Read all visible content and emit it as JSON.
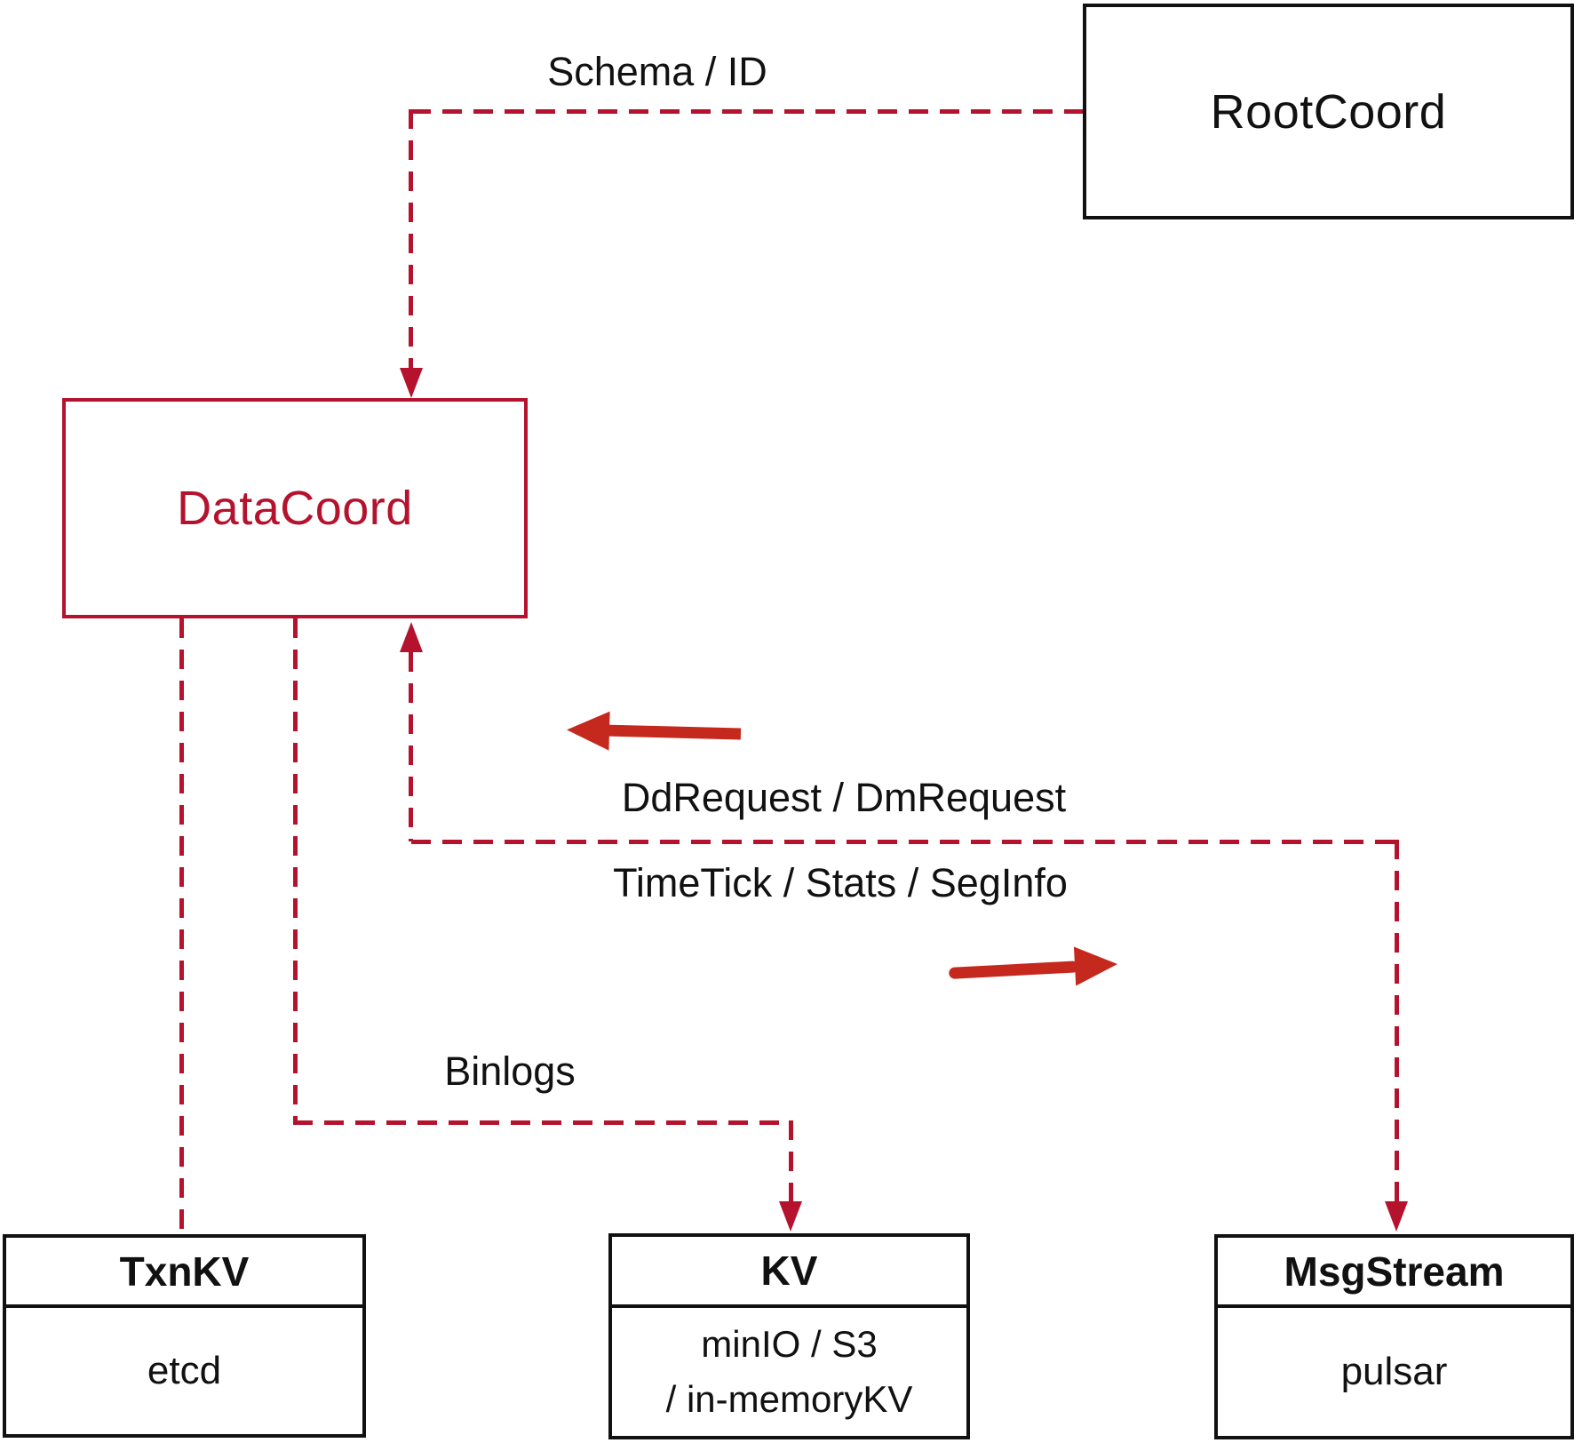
{
  "nodes": {
    "rootcoord": {
      "label": "RootCoord"
    },
    "datacoord": {
      "label": "DataCoord"
    },
    "txnkv": {
      "title": "TxnKV",
      "body": "etcd"
    },
    "kv": {
      "title": "KV",
      "body_line1": "minIO / S3",
      "body_line2": "/ in-memoryKV"
    },
    "msgstream": {
      "title": "MsgStream",
      "body": "pulsar"
    }
  },
  "edges": {
    "schema_id": {
      "label": "Schema / ID",
      "from": "RootCoord",
      "to": "DataCoord",
      "style": "dashed-arrow"
    },
    "dd_request": {
      "label": "DdRequest / DmRequest",
      "direction": "left-toward-DataCoord",
      "style": "dashed-arrow"
    },
    "time_tick": {
      "label": "TimeTick / Stats / SegInfo",
      "direction": "right-toward-MsgStream",
      "style": "dashed-arrow"
    },
    "binlogs": {
      "label": "Binlogs",
      "from": "DataCoord",
      "to": "KV",
      "style": "dashed-arrow"
    },
    "txnkv_link": {
      "label": "",
      "from": "DataCoord",
      "to": "TxnKV",
      "style": "dashed"
    }
  },
  "colors": {
    "dashed_red": "#b5122d",
    "solid_arrow_red": "#c5281c",
    "node_border_black": "#111111",
    "text_black": "#111111",
    "background": "#ffffff"
  }
}
